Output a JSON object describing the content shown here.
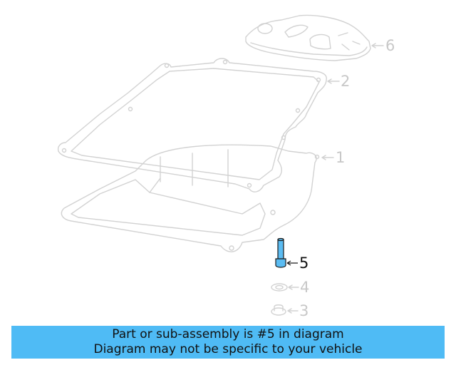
{
  "diagram": {
    "highlighted_part": "5",
    "highlight_color": "#5bbcf2",
    "line_color": "#cfcfcf",
    "callouts": [
      {
        "id": "6",
        "label": "6",
        "state": "dim"
      },
      {
        "id": "2",
        "label": "2",
        "state": "dim"
      },
      {
        "id": "1",
        "label": "1",
        "state": "dim"
      },
      {
        "id": "5",
        "label": "5",
        "state": "active"
      },
      {
        "id": "4",
        "label": "4",
        "state": "dim"
      },
      {
        "id": "3",
        "label": "3",
        "state": "dim"
      }
    ]
  },
  "banner": {
    "line1": "Part or sub-assembly is #5 in diagram",
    "line2": "Diagram may not be specific to your vehicle",
    "background": "#4fbbf5"
  }
}
